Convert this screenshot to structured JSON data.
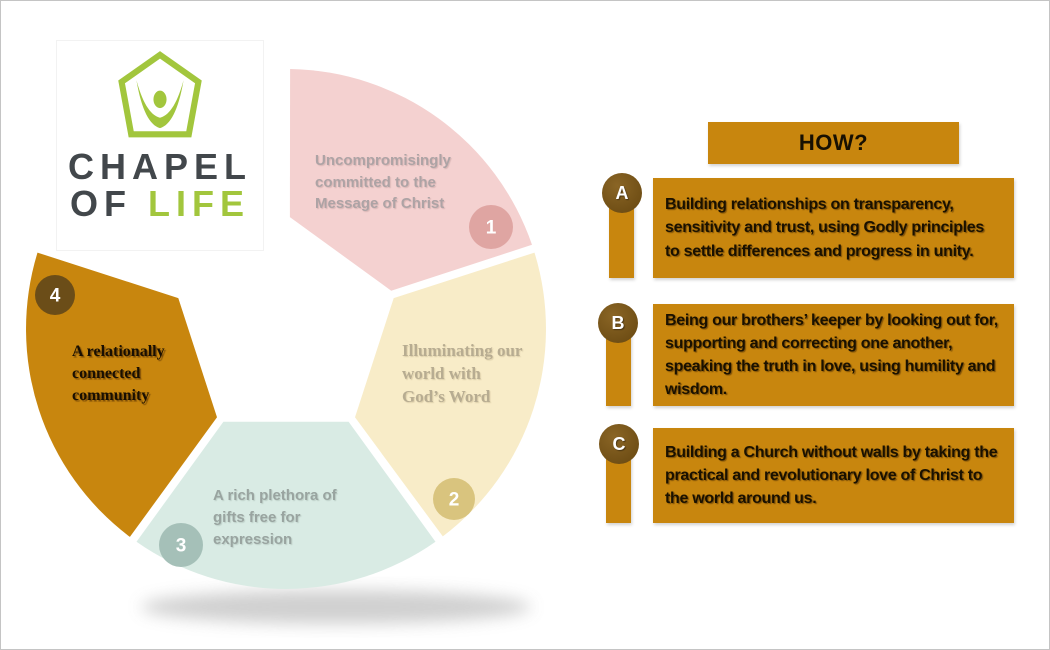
{
  "logo": {
    "name_line1": "CHAPEL",
    "name_line2_of": "OF",
    "name_line2_life": "LIFE",
    "green": "#a2c63d",
    "dark": "#42474b"
  },
  "wheel": {
    "segments": [
      {
        "number": "1",
        "lines": [
          "Uncompromisingly",
          "committed to the",
          "Message of Christ"
        ],
        "label": "Uncompromisingly committed to the Message of Christ",
        "color": "#f4d1d0",
        "badge_color": "#dfa5a2",
        "text_color": "#ada3a5"
      },
      {
        "number": "2",
        "lines": [
          "Illuminating our",
          "world with",
          "God’s Word"
        ],
        "label": "Illuminating our world with God’s Word",
        "color": "#f8ecc8",
        "badge_color": "#d9c47e",
        "text_color": "#b7ac91"
      },
      {
        "number": "3",
        "lines": [
          "A rich plethora of",
          "gifts free for",
          "expression"
        ],
        "label": "A rich plethora of gifts free for expression",
        "color": "#d9ebe4",
        "badge_color": "#a5c0b8",
        "text_color": "#99a4a0"
      },
      {
        "number": "4",
        "lines": [
          "A relationally",
          "connected",
          "community"
        ],
        "label": "A relationally connected community",
        "color": "#c8860e",
        "badge_color": "#6b4d18",
        "text_color": "#190f02"
      }
    ]
  },
  "how_panel": {
    "title": "HOW?",
    "accent_color": "#c8860e",
    "marker_color": "#7a571c",
    "items": [
      {
        "letter": "A",
        "text": "Building relationships on transparency, sensitivity and trust, using Godly principles to settle differences and progress in unity."
      },
      {
        "letter": "B",
        "text": "Being our brothers’ keeper by looking out for, supporting and correcting one another, speaking the truth in love, using humility and wisdom."
      },
      {
        "letter": "C",
        "text": "Building a Church without walls by taking the practical and revolutionary love of Christ to the world around us."
      }
    ]
  }
}
